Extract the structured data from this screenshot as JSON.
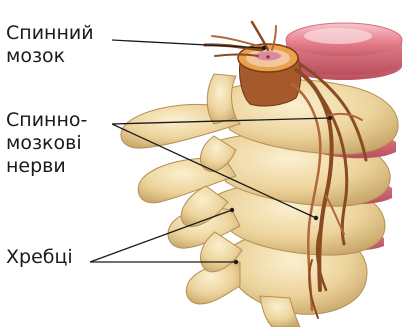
{
  "labels": {
    "spinal_cord": [
      "Спинний",
      "мозок"
    ],
    "spinal_nerves": [
      "Спинно-",
      "мозкові",
      "нерви"
    ],
    "vertebrae": [
      "Хребці"
    ]
  },
  "colors": {
    "bone": "#efd9a4",
    "bone_shadow": "#c9a86a",
    "disc": "#e7828e",
    "disc_light": "#f5b5bd",
    "nerve": "#8a4a22",
    "nerve_light": "#b0683a",
    "leader": "#1a1a1a"
  }
}
